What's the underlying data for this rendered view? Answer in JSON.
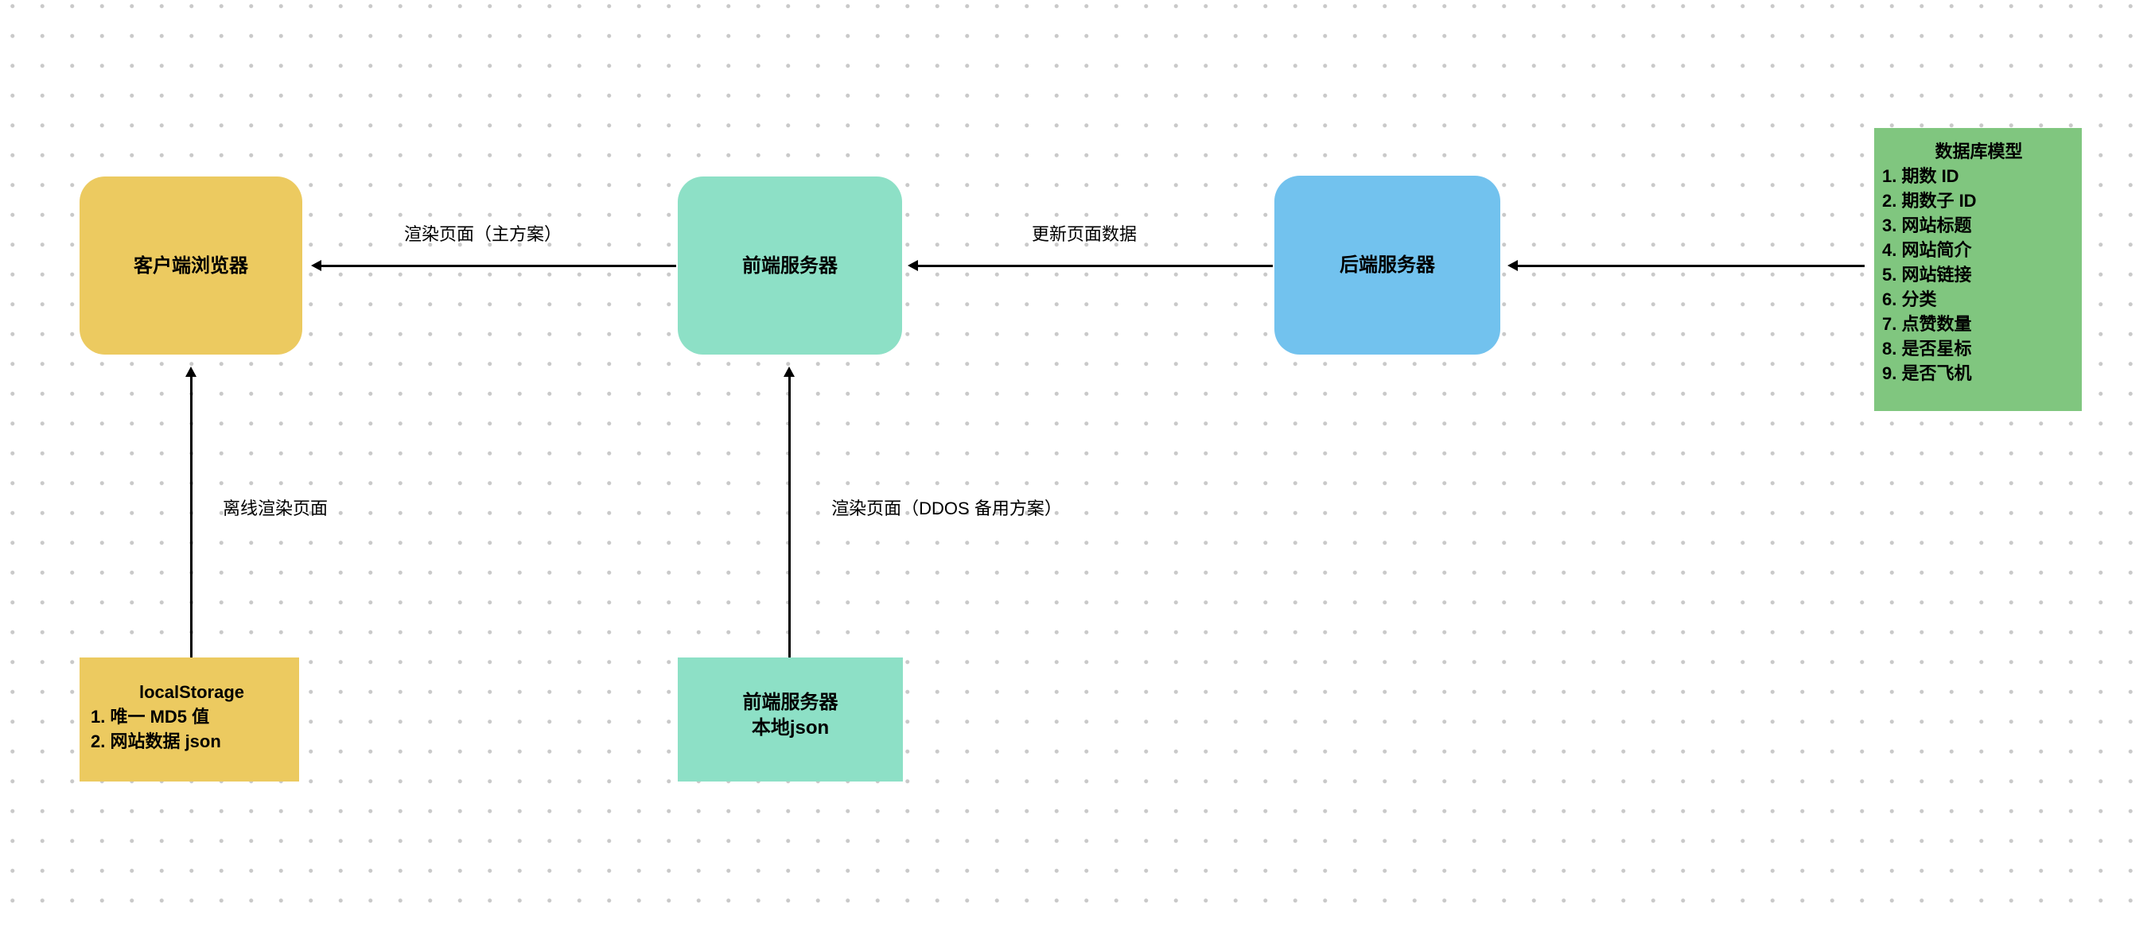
{
  "canvas": {
    "background_color": "#ffffff",
    "dot_grid_color": "#c9c9c9"
  },
  "nodes": {
    "client_browser": {
      "label": "客户端浏览器",
      "color": "#ecca60"
    },
    "frontend_server": {
      "label": "前端服务器",
      "color": "#8de0c6"
    },
    "backend_server": {
      "label": "后端服务器",
      "color": "#72c2ee"
    },
    "db_model": {
      "title": "数据库模型",
      "color": "#80c67f",
      "items": [
        "1. 期数 ID",
        "2. 期数子 ID",
        "3. 网站标题",
        "4. 网站简介",
        "5. 网站链接",
        "6. 分类",
        "7. 点赞数量",
        "8. 是否星标",
        "9. 是否飞机"
      ]
    },
    "local_storage": {
      "title": "localStorage",
      "color": "#ecca60",
      "items": [
        "1. 唯一 MD5 值",
        "2. 网站数据 json"
      ]
    },
    "frontend_local_json": {
      "line1": "前端服务器",
      "line2": "本地json",
      "color": "#8de0c6"
    }
  },
  "edges": {
    "frontend_to_client": {
      "label": "渲染页面（主方案）"
    },
    "backend_to_frontend": {
      "label": "更新页面数据"
    },
    "localstorage_to_client": {
      "label": "离线渲染页面"
    },
    "localjson_to_frontend": {
      "label": "渲染页面（DDOS 备用方案）"
    }
  }
}
